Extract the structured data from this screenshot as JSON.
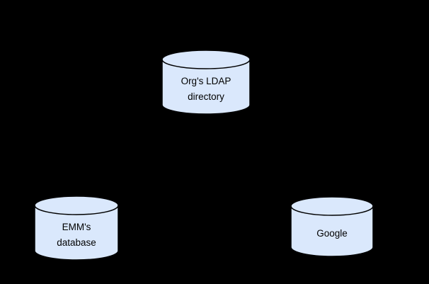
{
  "canvas": {
    "background": "#000000"
  },
  "diagram": {
    "nodes": [
      {
        "id": "org-ldap-directory",
        "shape": "database-cylinder",
        "lines": [
          "Org's LDAP",
          "directory"
        ],
        "fill": "#dae8fc",
        "stroke": "#000000"
      },
      {
        "id": "emm-database",
        "shape": "database-cylinder",
        "lines": [
          "EMM's",
          "database"
        ],
        "fill": "#dae8fc",
        "stroke": "#000000"
      },
      {
        "id": "google",
        "shape": "database-cylinder",
        "lines": [
          "Google"
        ],
        "fill": "#dae8fc",
        "stroke": "#000000"
      }
    ]
  }
}
